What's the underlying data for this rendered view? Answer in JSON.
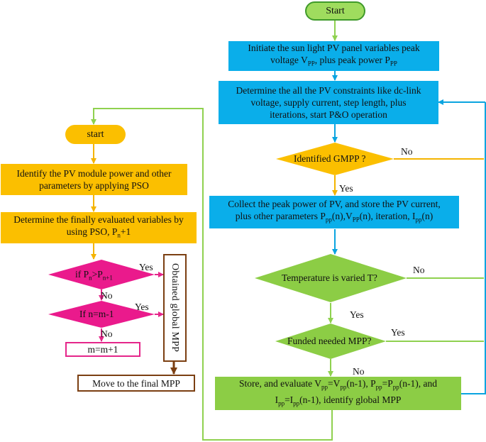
{
  "colors": {
    "blue_fill": "#0aaeea",
    "orange_fill": "#fbbf00",
    "green_fill": "#8ccd45",
    "magenta_fill": "#ea1a8c",
    "start_green_border": "#7cc04a",
    "start_green_fill": "#9fdc5e",
    "brown": "#7b3f12",
    "arrow_blue": "#0aa4e0",
    "arrow_orange": "#f4b400",
    "arrow_green": "#8fd14f",
    "arrow_pink": "#e5268a"
  },
  "left": {
    "start": "start",
    "identify": {
      "line1": "Identify the PV module power and other",
      "line2": "parameters by applying PSO"
    },
    "determine": {
      "line1": "Determine the finally evaluated variables by",
      "line2_pre": "using PSO, P",
      "line2_sub": "n",
      "line2_post": "+1"
    },
    "decision1": {
      "pre": "if P",
      "sub1": "n",
      "mid": ">P",
      "sub2": "n+1"
    },
    "decision2": "If n=m-1",
    "update": "m=m+1",
    "obtained": "Obtained global MPP",
    "move": "Move to the final MPP",
    "yes1": "Yes",
    "yes2": "Yes",
    "no1": "No",
    "no2": "No"
  },
  "right": {
    "start": "Start",
    "init": {
      "line1": "Initiate the sun light PV panel variables peak",
      "line2_pre": "voltage V",
      "line2_sub1": "PP",
      "line2_mid": ", plus peak power P",
      "line2_sub2": "PP"
    },
    "constraints": {
      "line1": "Determine the all the PV constraints like dc-link",
      "line2": "voltage, supply current, step length, plus",
      "line3": "iterations, start P&O operation"
    },
    "gmpp": "Identified GMPP ?",
    "collect": {
      "line1": "Collect the peak power of PV, and store the PV current,",
      "l2_a": "plus other parameters P",
      "l2_s1": "pp",
      "l2_b": "(n),V",
      "l2_s2": "PP",
      "l2_c": "(n), iteration, I",
      "l2_s3": "pp",
      "l2_d": "(n)"
    },
    "temperature": "Temperature is varied T?",
    "funded": "Funded needed MPP?",
    "store": {
      "l1_a": "Store, and evaluate V",
      "l1_s1": "pp",
      "l1_b": "=V",
      "l1_s2": "pp",
      "l1_c": "(n-1), P",
      "l1_s3": "pp",
      "l1_d": "=P",
      "l1_s4": "pp",
      "l1_e": "(n-1), and",
      "l2_a": "I",
      "l2_s1": "pp",
      "l2_b": "=I",
      "l2_s2": "pp",
      "l2_c": "(n-1), identify global MPP"
    },
    "no_gmpp": "No",
    "yes_gmpp": "Yes",
    "no_temp": "No",
    "yes_temp": "Yes",
    "yes_funded": "Yes",
    "no_funded": "No"
  }
}
